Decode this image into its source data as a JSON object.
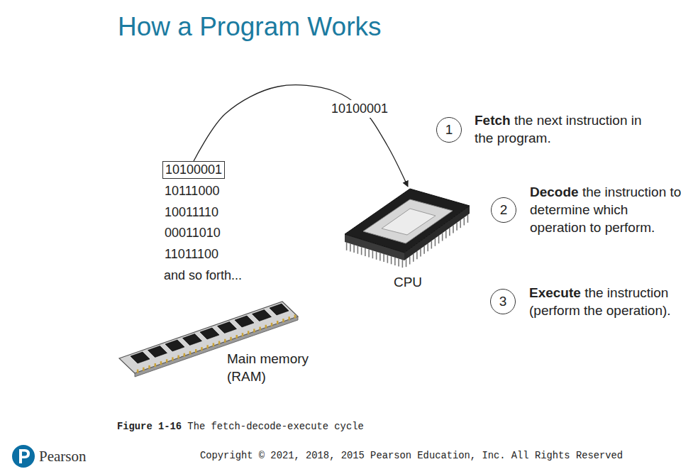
{
  "diagram": {
    "title": "How a Program Works",
    "caption": "Figure 1-16 The fetch-decode-execute cycle",
    "nodes": [
      {
        "text": [
          "10100001"
        ]
      },
      {
        "text": [
          "CPU"
        ]
      },
      {
        "text": [
          "Main memory (RAM)"
        ]
      },
      {
        "text": [
          "1"
        ]
      },
      {
        "text": [
          "2"
        ]
      },
      {
        "text": [
          "3"
        ]
      }
    ],
    "edges": [
      {
        "from": 0,
        "to": 1,
        "arrow": "to",
        "label": "10100001"
      }
    ],
    "labels": [
      "10111000",
      "10011110",
      "00011010",
      "11011100",
      "and so forth...",
      "Fetch the next instruction in the program.",
      "Decode the instruction to determine which operation to perform.",
      "Execute the instruction (perform the operation).",
      "Pearson",
      "Copyright © 2021, 2018, 2015 Pearson Education, Inc. All Rights Reserved"
    ]
  }
}
